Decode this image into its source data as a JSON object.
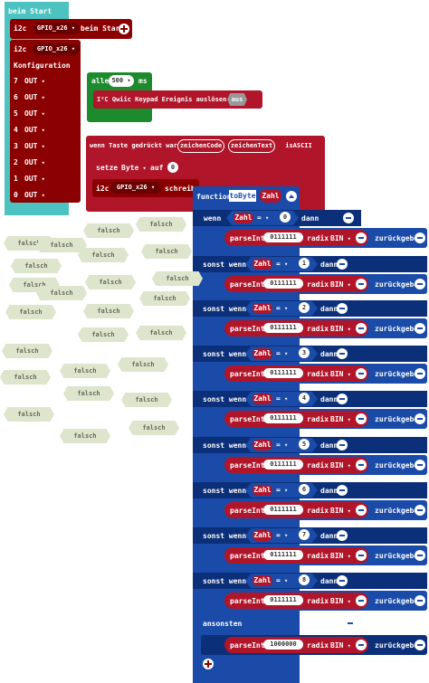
{
  "colors": {
    "teal": "#4cc3c0",
    "darkred": "#8b0000",
    "red": "#b0152a",
    "green": "#1e8a2e",
    "blue": "#1a4ba8",
    "navy": "#0c2f7a",
    "falsch_bg": "#dde5cc"
  },
  "beim_start": {
    "title": "beim Start",
    "i2c_label": "i2c",
    "gpio": "GPIO_x26",
    "suffix": "beim Start",
    "config_label": "Konfiguration",
    "rows": [
      {
        "num": "7",
        "mode": "OUT"
      },
      {
        "num": "6",
        "mode": "OUT"
      },
      {
        "num": "5",
        "mode": "OUT"
      },
      {
        "num": "4",
        "mode": "OUT"
      },
      {
        "num": "3",
        "mode": "OUT"
      },
      {
        "num": "2",
        "mode": "OUT"
      },
      {
        "num": "1",
        "mode": "OUT"
      },
      {
        "num": "0",
        "mode": "OUT"
      }
    ]
  },
  "alle_block": {
    "label": "alle",
    "value": "500",
    "unit": "ms",
    "event_label": "I²C Qwiic Keypad Ereignis auslösen",
    "event_arg": "aus"
  },
  "key_block": {
    "label": "wenn Taste gedrückt war",
    "param1": "zeichenCode",
    "param2": "zeichenText",
    "param3": "isASCII",
    "set_label": "setze",
    "set_var": "Byte",
    "set_to": "auf",
    "set_value": "0",
    "i2c_label": "i2c",
    "gpio": "GPIO_x26",
    "write_label": "schreibe"
  },
  "function_block": {
    "label": "function",
    "name": "toByte",
    "param": "Zahl",
    "first_if": "wenn",
    "else_if": "sonst wenn",
    "then": "dann",
    "else": "ansonsten",
    "var": "Zahl",
    "op": "=",
    "parse_label": "parseInt",
    "radix_label": "radix",
    "radix_value": "BIN",
    "return_label": "zurückgeben",
    "cases": [
      {
        "num": "0",
        "binary": "0111111"
      },
      {
        "num": "1",
        "binary": "0111111"
      },
      {
        "num": "2",
        "binary": "0111111"
      },
      {
        "num": "3",
        "binary": "0111111"
      },
      {
        "num": "4",
        "binary": "0111111"
      },
      {
        "num": "5",
        "binary": "0111111"
      },
      {
        "num": "6",
        "binary": "0111111"
      },
      {
        "num": "7",
        "binary": "0111111"
      },
      {
        "num": "8",
        "binary": "0111111"
      }
    ],
    "else_binary": "1000000"
  },
  "falsch_label": "falsch"
}
